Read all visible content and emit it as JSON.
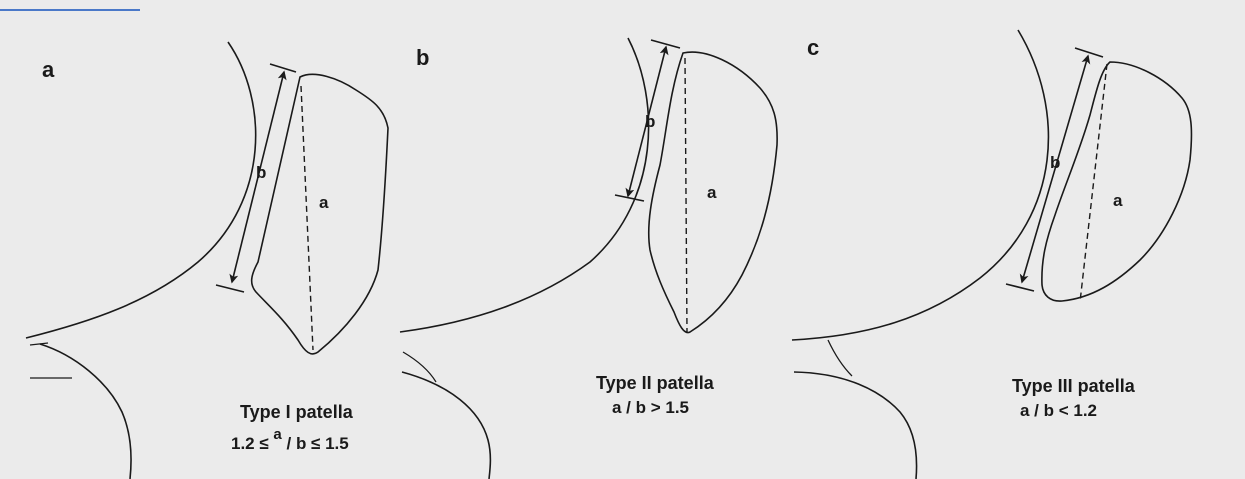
{
  "panels": [
    {
      "letter": "a",
      "length_b": "b",
      "length_a": "a",
      "type_label": "Type I patella",
      "formula": {
        "prefix": "1.2 ≤ ",
        "sup": "a",
        "middle": " / ",
        "denom": "b",
        "suffix": " ≤  1.5"
      }
    },
    {
      "letter": "b",
      "length_b": "b",
      "length_a": "a",
      "type_label": "Type II patella",
      "formula": {
        "text": "a / b > 1.5"
      }
    },
    {
      "letter": "c",
      "length_b": "b",
      "length_a": "a",
      "type_label": "Type III patella",
      "formula": {
        "text": "a / b < 1.2"
      }
    }
  ],
  "colors": {
    "background": "#ebebeb",
    "ink": "#1a1a1a",
    "top_edge": "#4a78c8"
  }
}
